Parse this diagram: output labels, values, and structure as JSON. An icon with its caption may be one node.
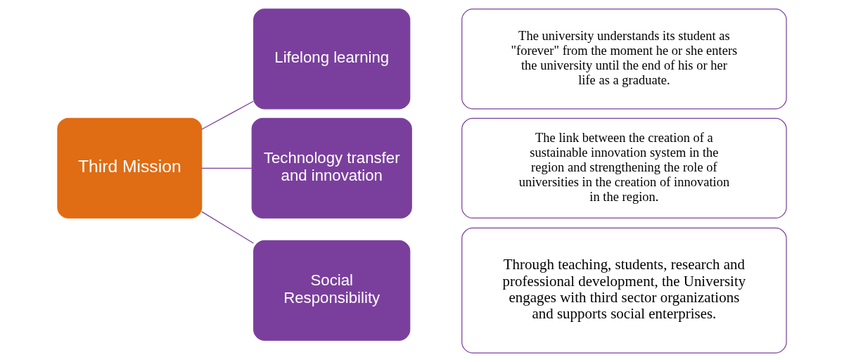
{
  "diagram": {
    "nodes": [
      {
        "text": [
          "Third Mission"
        ]
      },
      {
        "text": [
          "Lifelong learning"
        ]
      },
      {
        "text": [
          "Technology transfer and innovation"
        ]
      },
      {
        "text": [
          "Social Responsibility"
        ]
      },
      {
        "text": [
          "The university understands its student as \"forever\" from the moment he or she enters the university until the end of his or her life as a graduate."
        ]
      },
      {
        "text": [
          "The link between the creation of a sustainable innovation system in the region and strengthening the role of universities in the creation of innovation in the region."
        ]
      },
      {
        "text": [
          "Through teaching, students, research and professional development, the University engages with third sector organizations and supports social enterprises."
        ]
      }
    ],
    "edges": [
      {
        "from": 0,
        "to": 1,
        "arrow": "none"
      },
      {
        "from": 0,
        "to": 2,
        "arrow": "none"
      },
      {
        "from": 0,
        "to": 3,
        "arrow": "none"
      }
    ]
  }
}
